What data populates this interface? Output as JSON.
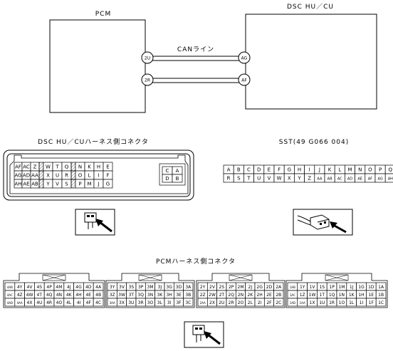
{
  "labels": {
    "pcm": "PCM",
    "dsc": "DSC HU／CU",
    "can_line": "CANライン",
    "dsc_connector": "DSC HU／CUハーネス側コネクタ",
    "sst": "SST(49 G066 004)",
    "pcm_connector": "PCMハーネス側コネクタ"
  },
  "pins": {
    "pcm_top": "2U",
    "pcm_bottom": "2R",
    "dsc_top": "AG",
    "dsc_bottom": "AF"
  },
  "dsc_conn": {
    "row1": [
      "AF",
      "AC",
      "Z",
      "",
      "W",
      "T",
      "Q",
      "",
      "N",
      "K",
      "H",
      "E"
    ],
    "row2": [
      "AG",
      "AD",
      "AA",
      "",
      "X",
      "U",
      "R",
      "",
      "O",
      "L",
      "I",
      "F"
    ],
    "row3": [
      "AH",
      "AE",
      "AB",
      "",
      "Y",
      "V",
      "S",
      "",
      "P",
      "M",
      "J",
      "G"
    ],
    "side": [
      "C",
      "A",
      "D",
      "B"
    ]
  },
  "sst_grid": {
    "row1": [
      "A",
      "B",
      "C",
      "D",
      "E",
      "F",
      "G",
      "H",
      "I",
      "J",
      "K",
      "L",
      "M",
      "N",
      "O",
      "P",
      "Q"
    ],
    "row2": [
      "R",
      "S",
      "T",
      "U",
      "V",
      "W",
      "X",
      "Y",
      "Z",
      "AA",
      "AB",
      "AC",
      "AD",
      "AE",
      "AF",
      "AG",
      "AH"
    ]
  },
  "pcm_conn": {
    "blocks": [
      {
        "rows": [
          [
            "4AB",
            "4Y",
            "4V",
            "4S",
            "4P",
            "4M",
            "4J",
            "4G",
            "4D",
            "4A"
          ],
          [
            "4AC",
            "4Z",
            "4W",
            "4T",
            "4Q",
            "4N",
            "4K",
            "4H",
            "4E",
            "4B"
          ],
          [
            "4AD",
            "4AA",
            "4X",
            "4U",
            "4R",
            "4O",
            "4L",
            "4I",
            "4F",
            "4C"
          ]
        ]
      },
      {
        "rows": [
          [
            "3Y",
            "3V",
            "3S",
            "3P",
            "3M",
            "3J",
            "3G",
            "3D",
            "3A"
          ],
          [
            "3Z",
            "3W",
            "3T",
            "3Q",
            "3N",
            "3K",
            "3H",
            "3E",
            "3B"
          ],
          [
            "3AA",
            "3X",
            "3U",
            "3R",
            "3O",
            "3L",
            "3I",
            "3F",
            "3C"
          ]
        ]
      },
      {
        "rows": [
          [
            "2Y",
            "2V",
            "2S",
            "2P",
            "2M",
            "2J",
            "2G",
            "2D",
            "2A"
          ],
          [
            "2Z",
            "2W",
            "2T",
            "2Q",
            "2N",
            "2K",
            "2H",
            "2E",
            "2B"
          ],
          [
            "2AA",
            "2X",
            "2U",
            "2R",
            "2O",
            "2L",
            "2I",
            "2F",
            "2C"
          ]
        ]
      },
      {
        "rows": [
          [
            "1AB",
            "1Y",
            "1V",
            "1S",
            "1P",
            "1M",
            "1J",
            "1G",
            "1D",
            "1A"
          ],
          [
            "1AC",
            "1Z",
            "1W",
            "1T",
            "1Q",
            "1N",
            "1K",
            "1H",
            "1E",
            "1B"
          ],
          [
            "1AD",
            "1AA",
            "1X",
            "1U",
            "1R",
            "1O",
            "1L",
            "1I",
            "1F",
            "1C"
          ]
        ]
      }
    ]
  }
}
